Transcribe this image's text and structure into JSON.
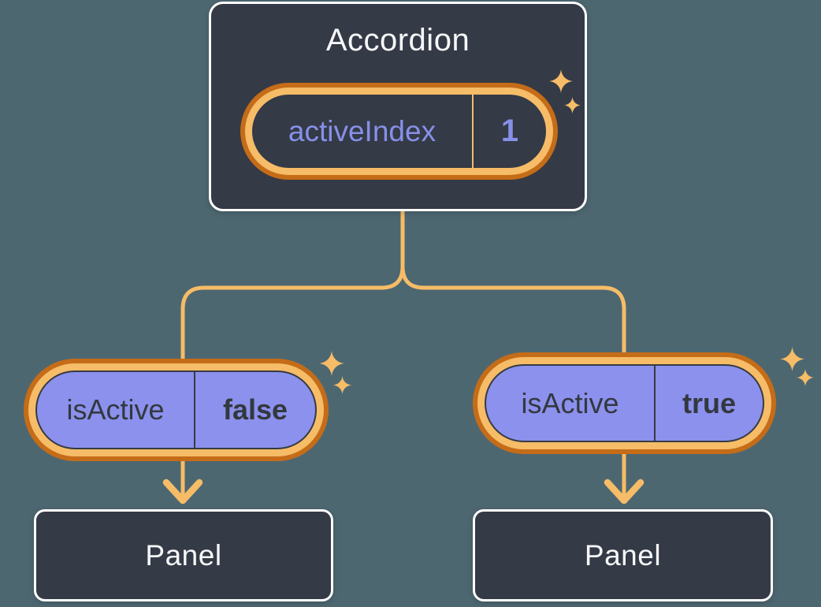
{
  "diagram": {
    "root": {
      "title": "Accordion",
      "state_pill": {
        "key": "activeIndex",
        "value": "1"
      }
    },
    "children": [
      {
        "prop_pill": {
          "key": "isActive",
          "value": "false"
        },
        "panel_label": "Panel"
      },
      {
        "prop_pill": {
          "key": "isActive",
          "value": "true"
        },
        "panel_label": "Panel"
      }
    ],
    "icons": [
      "sparkle-icon",
      "arrow-down-icon"
    ],
    "colors": {
      "background": "#4D6771",
      "card_fill": "#343A46",
      "card_border": "#FFFFFF",
      "ring_orange_dark": "#C56C18",
      "ring_orange_light": "#F6BC67",
      "connector_orange": "#F6BC67",
      "pill_purple_fill": "#8B91EC",
      "state_text_purple": "#8790E8",
      "prop_text_dark": "#33383F",
      "title_text": "#F6F7F9"
    }
  }
}
